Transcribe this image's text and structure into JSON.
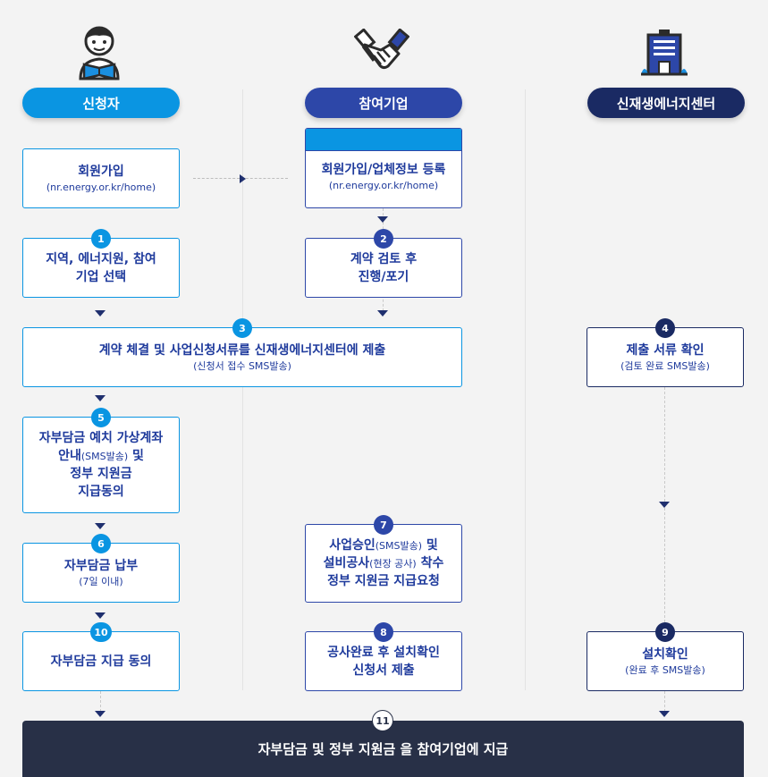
{
  "columns": {
    "applicant": "신청자",
    "company": "참여기업",
    "center": "신재생에너지센터"
  },
  "colors": {
    "applicant": "#0a95e2",
    "company": "#2d47a8",
    "center": "#1a2a63",
    "footer": "#283047"
  },
  "icons": {
    "applicant": "person-reading-icon",
    "company": "handshake-icon",
    "center": "building-icon"
  },
  "steps": {
    "signup_applicant": {
      "title": "회원가입",
      "sub": "(nr.energy.or.kr/home)"
    },
    "signup_company": {
      "title": "회원가입/업체정보 등록",
      "sub": "(nr.energy.or.kr/home)"
    },
    "s1": {
      "num": "1",
      "line1": "지역, 에너지원, 참여",
      "line2": "기업 선택"
    },
    "s2": {
      "num": "2",
      "line1": "계약 검토 후",
      "line2": "진행/포기"
    },
    "s3": {
      "num": "3",
      "title": "계약 체결 및 사업신청서류를 신재생에너지센터에 제출",
      "sub": "(신청서 접수 SMS발송)"
    },
    "s4": {
      "num": "4",
      "title": "제출 서류 확인",
      "sub": "(검토 완료 SMS발송)"
    },
    "s5": {
      "num": "5",
      "line1": "자부담금 예치 가상계좌",
      "line2a": "안내",
      "line2b": "(SMS발송)",
      "line2c": " 및",
      "line3": "정부 지원금",
      "line4": "지급동의"
    },
    "s6": {
      "num": "6",
      "title": "자부담금 납부",
      "sub": "(7일 이내)"
    },
    "s7": {
      "num": "7",
      "line1a": "사업승인",
      "line1b": "(SMS발송)",
      "line1c": " 및",
      "line2a": "설비공사",
      "line2b": "(현장 공사)",
      "line2c": " 착수",
      "line3": "정부 지원금 지급요청"
    },
    "s8": {
      "num": "8",
      "line1": "공사완료 후 설치확인",
      "line2": "신청서 제출"
    },
    "s9": {
      "num": "9",
      "title": "설치확인",
      "sub": "(완료 후 SMS발송)"
    },
    "s10": {
      "num": "10",
      "title": "자부담금 지급 동의"
    },
    "s11": {
      "num": "11",
      "title": "자부담금 및 정부 지원금 을 참여기업에 지급"
    }
  }
}
